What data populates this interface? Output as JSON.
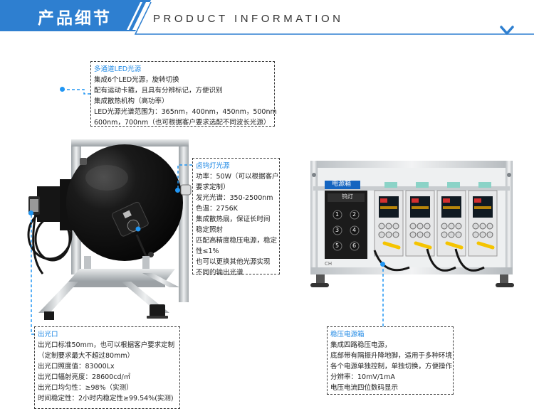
{
  "header": {
    "title_cn": "产品细节",
    "title_en": "PRODUCT INFORMATION"
  },
  "callouts": {
    "led": {
      "title": "多通道LED光源",
      "lines": [
        "集成6个LED光源，旋转切换",
        "配有运动卡箍，且具有分辨标记，方便识别",
        "集成散热机构（高功率）",
        "LED光源光谱范围为：365nm，400nm，450nm，500nm",
        "600nm，700nm（也可根据客户要求选配不同波长光源）"
      ]
    },
    "lamp": {
      "title": "卤钨灯光源",
      "lines": [
        "功率：50W（可以根据客户",
        "要求定制）",
        "发光光谱：350-2500nm",
        "色温：2756K",
        "集成散热扇，保证长时间",
        "稳定照射",
        "匹配高精度稳压电源，稳定",
        "性≤1%",
        "也可以更换其他光源实现",
        "不同的输出光谱"
      ]
    },
    "light_port": {
      "title": "出光口",
      "lines": [
        "出光口标准50mm，也可以根据客户要求定制",
        "（定制要求最大不超过80mm）",
        "出光口照度值：83000Lx",
        "出光口辐射亮度：28600cd/㎡",
        "出光口均匀性：≥98%（实测）",
        "时间稳定性：2小时内稳定性≥99.54%(实测)"
      ]
    },
    "power": {
      "title": "稳压电源箱",
      "lines": [
        "集成四路稳压电源，",
        "底部带有隔振升降地脚，适用于多种环境",
        "各个电源单独控制，单独切换，方便操作",
        "分辨率：10mV/1mA",
        "电压电流四位数码显示"
      ]
    }
  },
  "device": {
    "panel_title": "电源箱",
    "lamp_label": "钨灯",
    "brand": "CH",
    "button_numbers": [
      "1",
      "2",
      "3",
      "4",
      "5",
      "6"
    ]
  },
  "colors": {
    "accent": "#1e88e5",
    "banner_blue": "#2e7fd0",
    "dot_blue": "#2196f3",
    "frame_silver": "#c8cccf",
    "lamp_black": "#111111"
  }
}
